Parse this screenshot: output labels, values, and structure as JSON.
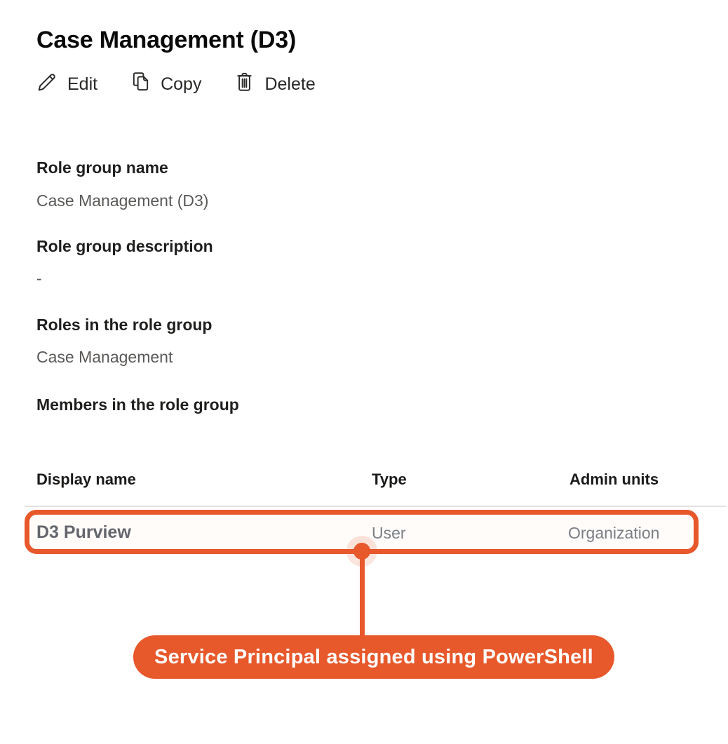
{
  "page": {
    "title": "Case Management (D3)"
  },
  "toolbar": {
    "items": [
      {
        "label": "Edit",
        "icon": "pencil-icon"
      },
      {
        "label": "Copy",
        "icon": "copy-icon"
      },
      {
        "label": "Delete",
        "icon": "trash-icon"
      }
    ]
  },
  "fields": [
    {
      "label": "Role group name",
      "value": "Case Management (D3)"
    },
    {
      "label": "Role group description",
      "value": "-"
    },
    {
      "label": "Roles in the role group",
      "value": "Case Management"
    }
  ],
  "members_heading": "Members in the role group",
  "members_table": {
    "columns": [
      "Display name",
      "Type",
      "Admin units"
    ],
    "rows": [
      {
        "display_name": "D3 Purview",
        "type": "User",
        "admin_units": "Organization"
      }
    ]
  },
  "annotation": {
    "label": "Service Principal assigned using PowerShell",
    "accent_color": "#E7582B"
  },
  "colors": {
    "accent": "#E7582B",
    "divider": "#E4E2E0",
    "label_text": "#201F1E",
    "value_text": "#5B5957",
    "row_fill": "#FFFCFA"
  }
}
